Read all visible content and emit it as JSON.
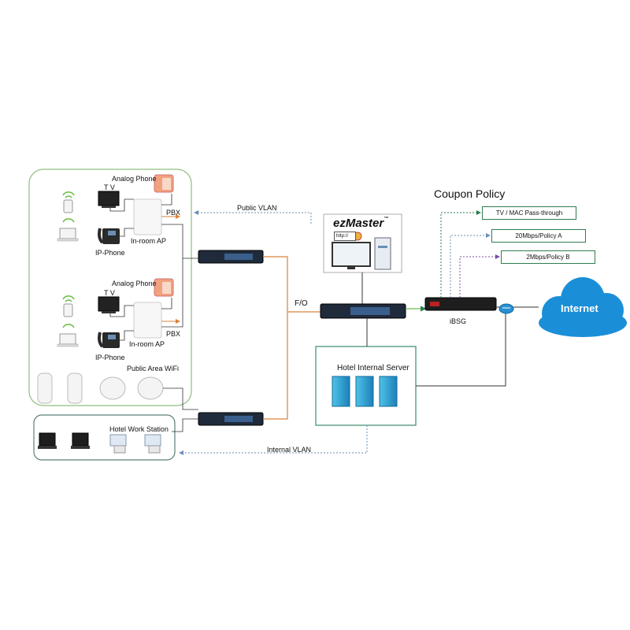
{
  "labels": {
    "analog_phone_top": "Analog Phone",
    "tv_top": "T V",
    "pbx_top": "PBX",
    "ip_phone_top": "IP-Phone",
    "inroom_ap_top": "In-room AP",
    "analog_phone_bottom": "Analog Phone",
    "tv_bottom": "T V",
    "pbx_bottom": "PBX",
    "ip_phone_bottom": "IP-Phone",
    "inroom_ap_bottom": "In-room AP",
    "public_wifi": "Public Area WiFi",
    "workstation": "Hotel Work Station",
    "public_vlan": "Public VLAN",
    "internal_vlan": "Internal VLAN",
    "fo": "F/O",
    "ezmaster": "ezMaster",
    "ezmaster_tm": "™",
    "http": "http://",
    "coupon_policy": "Coupon Policy",
    "ibsg": "iBSG",
    "internet": "Internet",
    "hotel_server": "Hotel Internal Server"
  },
  "policies": [
    "TV / MAC Pass-through",
    "20Mbps/Policy A",
    "2Mbps/Policy B"
  ],
  "colors": {
    "group_border": "#8fbf7f",
    "server_border": "#3a8c6a",
    "fo_line": "#d9823b",
    "vlan_line": "#6a8fb5",
    "cloud": "#1a8fd8",
    "policy_arrow": "#2e7d4f"
  }
}
